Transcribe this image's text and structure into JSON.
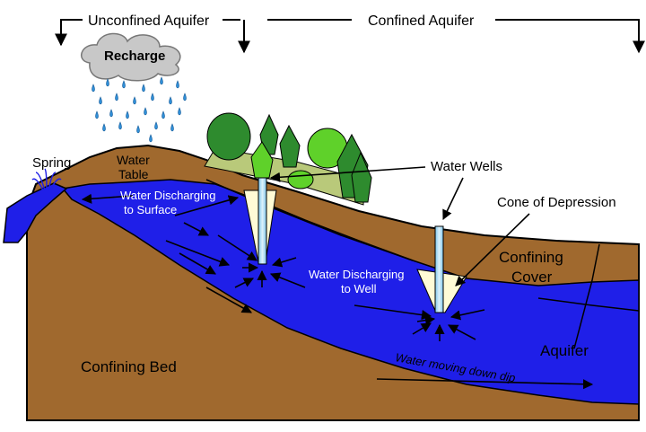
{
  "header": {
    "unconfined": "Unconfined Aquifer",
    "confined": "Confined Aquifer"
  },
  "cloud": {
    "label": "Recharge"
  },
  "labels": {
    "spring": "Spring",
    "water_table_1": "Water",
    "water_table_2": "Table",
    "water_wells": "Water Wells",
    "cone_of_depression": "Cone of Depression",
    "discharge_surface_1": "Water Discharging",
    "discharge_surface_2": "to Surface",
    "discharge_well_1": "Water Discharging",
    "discharge_well_2": "to Well",
    "confining_cover_1": "Confining",
    "confining_cover_2": "Cover",
    "aquifer": "Aquifer",
    "confining_bed": "Confining Bed",
    "water_dip": "Water moving down dip"
  },
  "colors": {
    "earth": "#A0692E",
    "aquifer": "#1F1FE8",
    "well": "#A8D8F0",
    "cone": "#FFFBD6",
    "rain": "#2F8FD8",
    "cloud": "#C8C8C8",
    "tree_dark": "#2E8B2E",
    "tree_light": "#5FD12A",
    "field": "#B9C97A"
  }
}
